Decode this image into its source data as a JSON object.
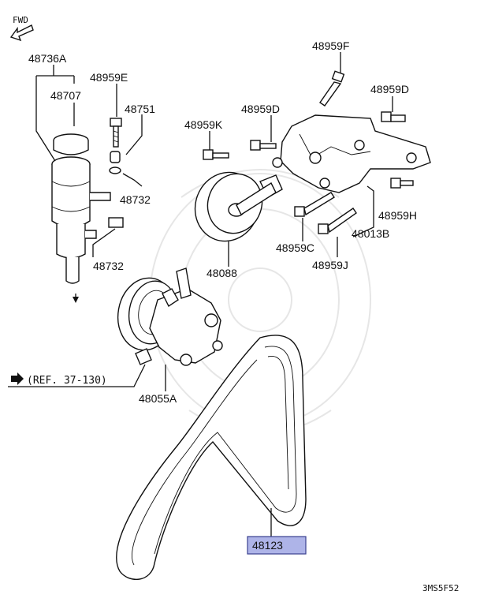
{
  "orientation": {
    "label": "FWD"
  },
  "parts": {
    "p48736A": "48736A",
    "p48707": "48707",
    "p48959E": "48959E",
    "p48751": "48751",
    "p48732a": "48732",
    "p48732b": "48732",
    "p48959F": "48959F",
    "p48959D_top": "48959D",
    "p48959D_mid": "48959D",
    "p48959K": "48959K",
    "p48959H": "48959H",
    "p48013B": "48013B",
    "p48959C": "48959C",
    "p48959J": "48959J",
    "p48088": "48088",
    "p48055A": "48055A",
    "p48123": "48123"
  },
  "reference": {
    "text": "(REF. 37-130)"
  },
  "diagram_code": "3MS5F52",
  "colors": {
    "highlight_fill": "#aeb4e8",
    "highlight_stroke": "#3a3f8f",
    "line": "#111111",
    "watermark": "#e6e6e6"
  }
}
